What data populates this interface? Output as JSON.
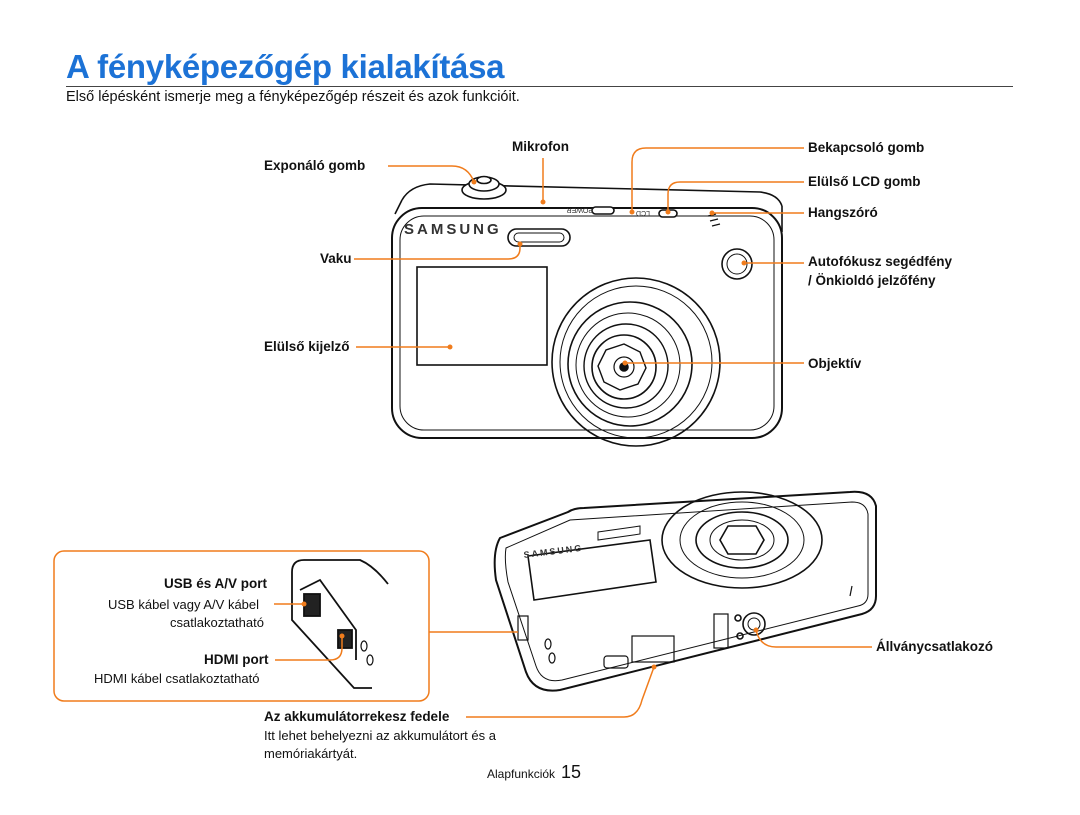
{
  "page": {
    "title": "A fényképezőgép kialakítása",
    "intro": "Első lépésként ismerje meg a fényképezőgép részeit és azok funkcióit."
  },
  "labels": {
    "shutter": "Exponáló gomb",
    "microphone": "Mikrofon",
    "power": "Bekapcsoló gomb",
    "front_lcd_button": "Elülső LCD gomb",
    "speaker": "Hangszóró",
    "flash": "Vaku",
    "af_assist_line1": "Autofókusz segédfény",
    "af_assist_line2": "/ Önkioldó jelzőfény",
    "front_display": "Elülső kijelző",
    "lens": "Objektív",
    "usb_av": "USB és A/V port",
    "usb_av_desc_line1": "USB kábel vagy A/V kábel",
    "usb_av_desc_line2": "csatlakoztatható",
    "hdmi": "HDMI port",
    "hdmi_desc": "HDMI kábel csatlakoztatható",
    "tripod": "Állványcsatlakozó",
    "battery_cover": "Az akkumulátorrekesz fedele",
    "battery_desc_line1": "Itt lehet behelyezni az akkumulátort és a",
    "battery_desc_line2": "memóriakártyát."
  },
  "camera": {
    "brand": "SAMSUNG",
    "power_marking": "POWER",
    "lcd_marking": "LCD"
  },
  "footer": {
    "section": "Alapfunkciók",
    "page_number": "15"
  },
  "colors": {
    "title": "#1c72d6",
    "callout": "#f07c1c"
  }
}
